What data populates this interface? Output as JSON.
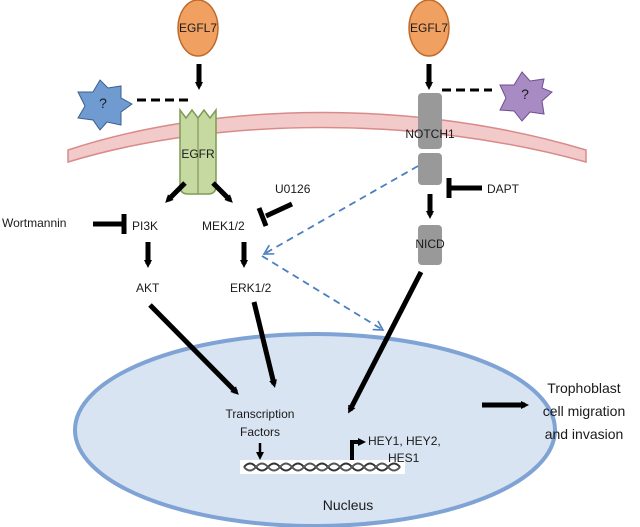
{
  "ligands": {
    "left": "EGFL7",
    "right": "EGFL7"
  },
  "unknown_partners": {
    "left": "?",
    "right": "?"
  },
  "receptors": {
    "egfr": "EGFR",
    "notch": "NOTCH1"
  },
  "nodes": {
    "pi3k": "PI3K",
    "mek": "MEK1/2",
    "akt": "AKT",
    "erk": "ERK1/2",
    "nicd": "NICD"
  },
  "inhibitors": {
    "wortmannin": "Wortmannin",
    "u0126": "U0126",
    "dapt": "DAPT"
  },
  "nucleus": {
    "label": "Nucleus",
    "tf_line1": "Transcription",
    "tf_line2": "Factors",
    "genes_line1": "HEY1, HEY2,",
    "genes_line2": "HES1"
  },
  "outcome": {
    "line1": "Trophoblast",
    "line2": "cell migration",
    "line3": "and invasion"
  },
  "colors": {
    "ligand_fill": "#f0a060",
    "ligand_stroke": "#c06a2a",
    "membrane_fill": "#f2caca",
    "membrane_stroke": "#d98a8a",
    "egfr_fill": "#c5d9a0",
    "egfr_stroke": "#7e9a55",
    "notch_fill": "#999999",
    "nucleus_fill": "#d9e4f2",
    "nucleus_stroke": "#7fa3d4",
    "unknown_left": "#6f9bd1",
    "unknown_right": "#a98bc4",
    "crosstalk_arrow": "#4a7fbf"
  }
}
